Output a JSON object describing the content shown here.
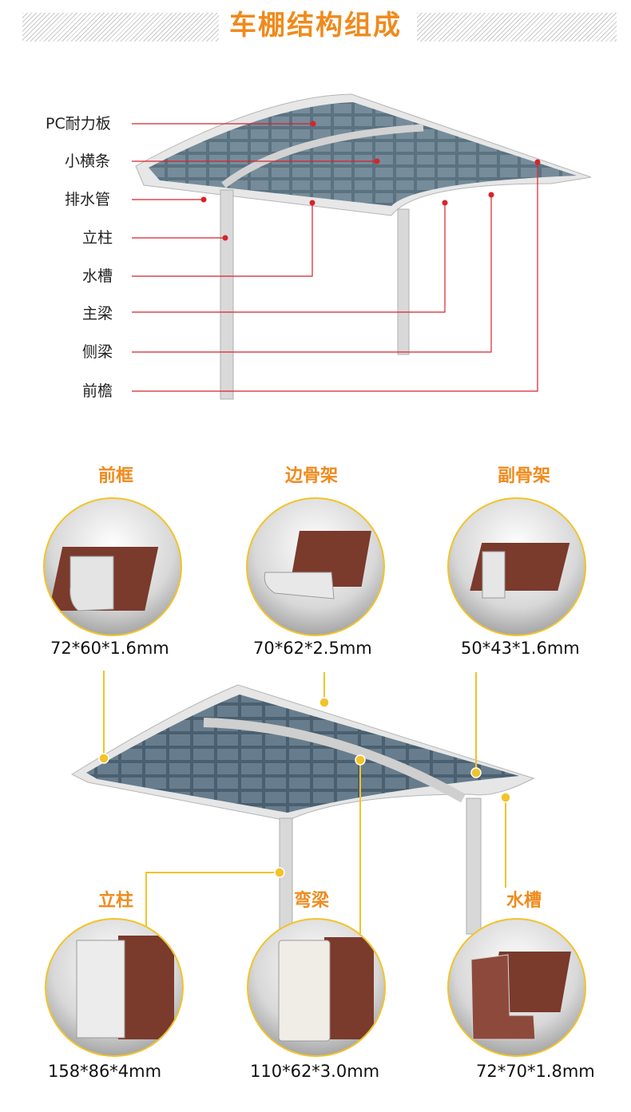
{
  "header": {
    "title": "车棚结构组成"
  },
  "structure_labels": [
    "PC耐力板",
    "小横条",
    "排水管",
    "立柱",
    "水槽",
    "主梁",
    "侧梁",
    "前檐"
  ],
  "components_top": [
    {
      "name": "前框",
      "dimension": "72*60*1.6mm"
    },
    {
      "name": "边骨架",
      "dimension": "70*62*2.5mm"
    },
    {
      "name": "副骨架",
      "dimension": "50*43*1.6mm"
    }
  ],
  "components_bottom": [
    {
      "name": "立柱",
      "dimension": "158*86*4mm"
    },
    {
      "name": "弯梁",
      "dimension": "110*62*3.0mm"
    },
    {
      "name": "水槽",
      "dimension": "72*70*1.8mm"
    }
  ],
  "colors": {
    "accent": "#f08a1c",
    "leader_red": "#d8232a",
    "ring_yellow": "#f2c32a",
    "profile_brown": "#7a3a2c"
  }
}
